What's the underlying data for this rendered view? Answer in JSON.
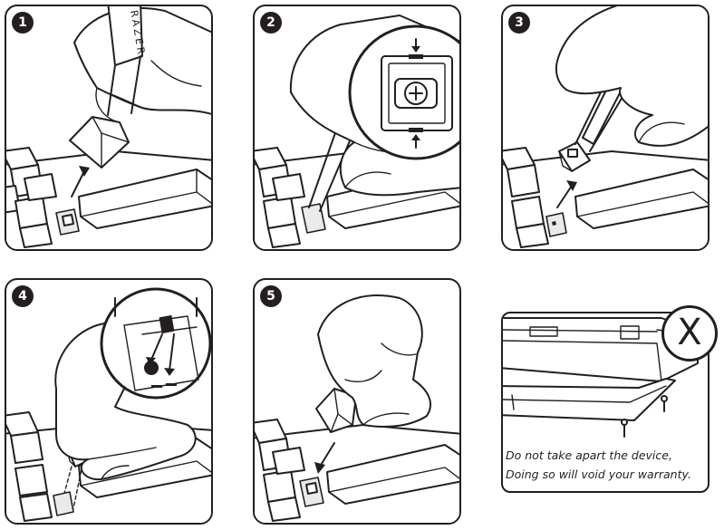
{
  "steps": [
    {
      "number": "1"
    },
    {
      "number": "2"
    },
    {
      "number": "3"
    },
    {
      "number": "4"
    },
    {
      "number": "5"
    }
  ],
  "tool_brand": "RAZER",
  "warning": {
    "mark": "X",
    "line1": "Do not take apart the device,",
    "line2": "Doing so will void your warranty."
  }
}
